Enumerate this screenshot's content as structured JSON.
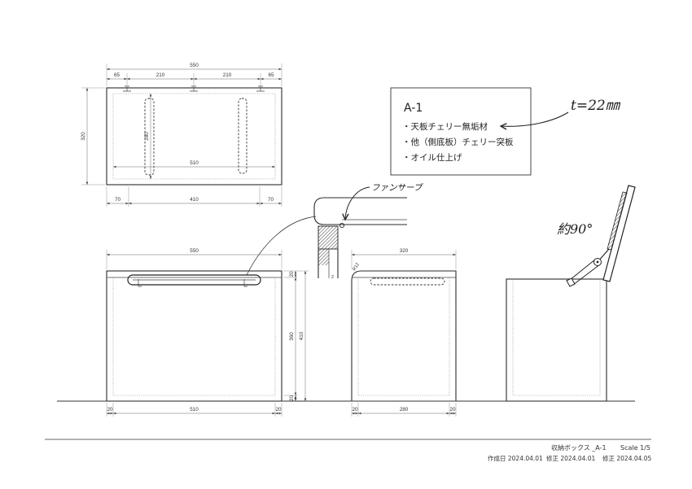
{
  "drawing": {
    "plan_view": {
      "overall_width": "550",
      "hinge_pitch": [
        "65",
        "210",
        "210",
        "65"
      ],
      "depth": "320",
      "inner_depth": "280",
      "inner_width": "510",
      "bottom_split": [
        "70",
        "410",
        "70"
      ]
    },
    "spec_note": {
      "title": "A-1",
      "items": [
        "・天板チェリー無垢材",
        "・他（側底板）チェリー突板",
        "・オイル仕上げ"
      ]
    },
    "handwritten": {
      "thickness": "t=22㎜",
      "stay_name": "ファンサーブ",
      "open_angle": "約90°"
    },
    "section_detail": {
      "label": "2"
    },
    "front_view": {
      "overall_width": "550",
      "side_heights": [
        "20",
        "360",
        "20"
      ],
      "overall_height": "410",
      "bottom_split": [
        "20",
        "510",
        "20"
      ]
    },
    "side_view": {
      "overall_depth": "320",
      "corner_radius": "R12",
      "bottom_split": [
        "20",
        "280",
        "20"
      ]
    }
  },
  "title_block": {
    "name": "収納ボックス _A-1",
    "scale": "Scale 1/5",
    "created": "作成日 2024.04.01",
    "revisions": [
      "修正 2024.04.01",
      "修正 2024.04.05"
    ]
  }
}
